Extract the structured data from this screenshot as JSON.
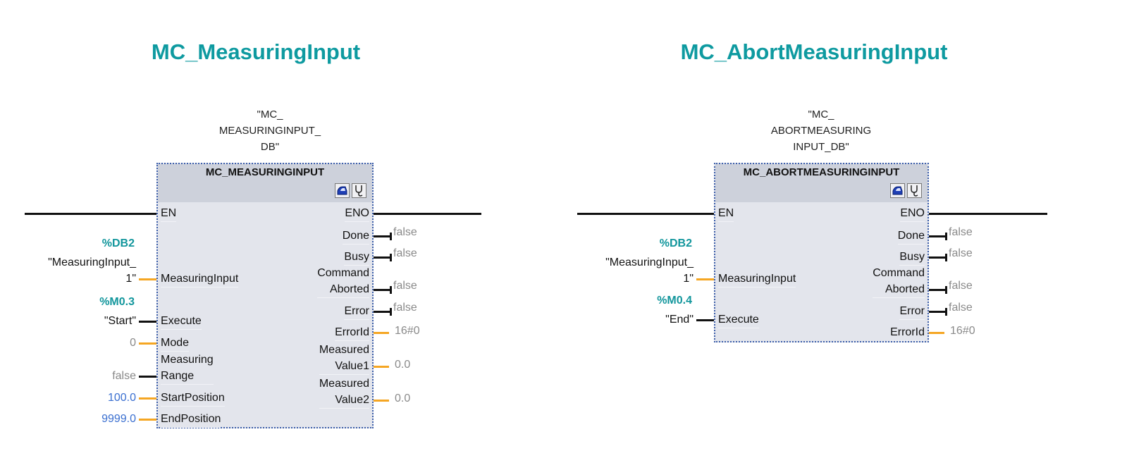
{
  "blocks": [
    {
      "title": "MC_MeasuringInput",
      "instance_lines": [
        "\"MC_",
        "MEASURINGINPUT_",
        "DB\""
      ],
      "type_name": "MC_MEASURINGINPUT",
      "icons": [
        "block-lock-icon",
        "stethoscope-icon"
      ],
      "inputs": [
        {
          "pin": [
            "EN"
          ],
          "wire": "rail",
          "actual": [],
          "style": ""
        },
        {
          "pin": [
            "MeasuringInput"
          ],
          "wire": "data",
          "address": "%DB2",
          "actual": [
            "\"MeasuringInput_",
            "1\""
          ],
          "style": "sym"
        },
        {
          "pin": [
            "Execute"
          ],
          "wire": "bool",
          "address": "%M0.3",
          "actual": [
            "\"Start\""
          ],
          "style": "sym"
        },
        {
          "pin": [
            "Mode"
          ],
          "wire": "data",
          "actual": [
            "0"
          ],
          "style": "cst"
        },
        {
          "pin": [
            "Measuring",
            "Range"
          ],
          "wire": "bool",
          "actual": [
            "false"
          ],
          "style": "cst"
        },
        {
          "pin": [
            "StartPosition"
          ],
          "wire": "data",
          "actual": [
            "100.0"
          ],
          "style": "num"
        },
        {
          "pin": [
            "EndPosition"
          ],
          "wire": "data",
          "actual": [
            "9999.0"
          ],
          "style": "num"
        }
      ],
      "outputs": [
        {
          "pin": [
            "ENO"
          ],
          "wire": "rail",
          "value": ""
        },
        {
          "pin": [
            "Done"
          ],
          "wire": "bool",
          "value": "false"
        },
        {
          "pin": [
            "Busy"
          ],
          "wire": "bool",
          "value": "false"
        },
        {
          "pin": [
            "Command",
            "Aborted"
          ],
          "wire": "bool",
          "value": "false"
        },
        {
          "pin": [
            "Error"
          ],
          "wire": "bool",
          "value": "false"
        },
        {
          "pin": [
            "ErrorId"
          ],
          "wire": "data",
          "value": "16#0"
        },
        {
          "pin": [
            "Measured",
            "Value1"
          ],
          "wire": "data",
          "value": "0.0"
        },
        {
          "pin": [
            "Measured",
            "Value2"
          ],
          "wire": "data",
          "value": "0.0"
        }
      ]
    },
    {
      "title": "MC_AbortMeasuringInput",
      "instance_lines": [
        "\"MC_",
        "ABORTMEASURING",
        "INPUT_DB\""
      ],
      "type_name": "MC_ABORTMEASURINGINPUT",
      "icons": [
        "block-lock-icon",
        "stethoscope-icon"
      ],
      "inputs": [
        {
          "pin": [
            "EN"
          ],
          "wire": "rail",
          "actual": [],
          "style": ""
        },
        {
          "pin": [
            "MeasuringInput"
          ],
          "wire": "data",
          "address": "%DB2",
          "actual": [
            "\"MeasuringInput_",
            "1\""
          ],
          "style": "sym"
        },
        {
          "pin": [
            "Execute"
          ],
          "wire": "bool",
          "address": "%M0.4",
          "actual": [
            "\"End\""
          ],
          "style": "sym"
        }
      ],
      "outputs": [
        {
          "pin": [
            "ENO"
          ],
          "wire": "rail",
          "value": ""
        },
        {
          "pin": [
            "Done"
          ],
          "wire": "bool",
          "value": "false"
        },
        {
          "pin": [
            "Busy"
          ],
          "wire": "bool",
          "value": "false"
        },
        {
          "pin": [
            "Command",
            "Aborted"
          ],
          "wire": "bool",
          "value": "false"
        },
        {
          "pin": [
            "Error"
          ],
          "wire": "bool",
          "value": "false"
        },
        {
          "pin": [
            "ErrorId"
          ],
          "wire": "data",
          "value": "16#0"
        }
      ]
    }
  ]
}
